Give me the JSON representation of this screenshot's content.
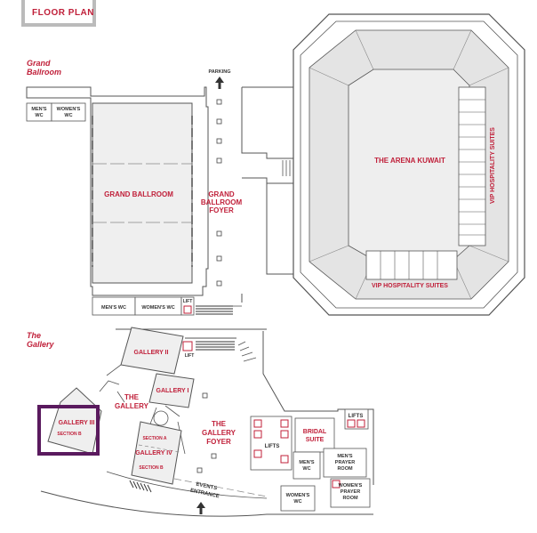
{
  "header": {
    "title": "FLOOR PLAN"
  },
  "sections": {
    "ballroom_line1": "Grand",
    "ballroom_line2": "Ballroom",
    "gallery_line1": "The",
    "gallery_line2": "Gallery"
  },
  "ballroom": {
    "parking": "PARKING",
    "mens_wc_1": "MEN'S",
    "mens_wc_2": "WC",
    "womens_wc_1": "WOMEN'S",
    "womens_wc_2": "WC",
    "grand_ballroom": "GRAND BALLROOM",
    "foyer_1": "GRAND",
    "foyer_2": "BALLROOM",
    "foyer_3": "FOYER",
    "mens_wc_bottom": "MEN'S WC",
    "womens_wc_bottom": "WOMEN'S WC",
    "lift": "LIFT"
  },
  "arena": {
    "name": "THE ARENA KUWAIT",
    "vip_side": "VIP HOSPITALITY SUITES",
    "vip_bottom": "VIP HOSPITALITY SUITES"
  },
  "gallery": {
    "gallery_ii": "GALLERY II",
    "lift": "LIFT",
    "gallery_i": "GALLERY I",
    "the_gallery_1": "THE",
    "the_gallery_2": "GALLERY",
    "gallery_iii": "GALLERY III",
    "section_b_left": "SECTION B",
    "section_a": "SECTION A",
    "gallery_iv": "GALLERY IV",
    "section_b": "SECTION B",
    "foyer_1": "THE",
    "foyer_2": "GALLERY",
    "foyer_3": "FOYER",
    "lifts_center": "LIFTS",
    "bridal_1": "BRIDAL",
    "bridal_2": "SUITE",
    "lifts_right": "LIFTS",
    "mens_wc_1": "MEN'S",
    "mens_wc_2": "WC",
    "mens_prayer_1": "MEN'S",
    "mens_prayer_2": "PRAYER",
    "mens_prayer_3": "ROOM",
    "womens_wc_1": "WOMEN'S",
    "womens_wc_2": "WC",
    "womens_prayer_1": "WOMEN'S",
    "womens_prayer_2": "PRAYER",
    "womens_prayer_3": "ROOM",
    "events_1": "EVENTS",
    "events_2": "ENTRANCE"
  },
  "colors": {
    "accent": "#c0203a",
    "highlight": "#5a1a5e",
    "room_fill": "#efefef",
    "line": "#555555"
  }
}
